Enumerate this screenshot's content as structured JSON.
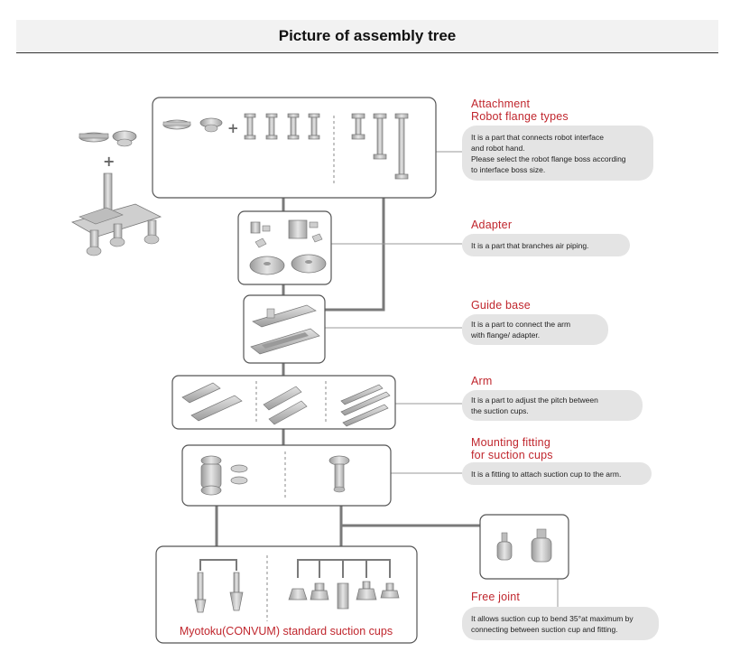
{
  "header": {
    "title": "Picture of assembly tree"
  },
  "sections": [
    {
      "key": "attachment",
      "label": "Attachment\nRobot flange types",
      "desc": "It is a part that connects robot interface\nand robot hand.\nPlease select the robot flange boss according\nto interface boss size."
    },
    {
      "key": "adapter",
      "label": "Adapter",
      "desc": "It is a part that branches air piping."
    },
    {
      "key": "guide",
      "label": "Guide base",
      "desc": "It is a part to connect the arm\nwith flange/ adapter."
    },
    {
      "key": "arm",
      "label": "Arm",
      "desc": "It is a part to adjust the pitch between\nthe suction cups."
    },
    {
      "key": "mounting",
      "label": "Mounting fitting\nfor suction cups",
      "desc": "It is a fitting to attach suction cup to the arm."
    },
    {
      "key": "freejoint",
      "label": "Free joint",
      "desc": "It allows suction cup to bend 35°at maximum by\nconnecting between suction cup and fitting."
    }
  ],
  "cups_caption": "Myotoku(CONVUM) standard suction cups",
  "colors": {
    "label_red": "#c0262d",
    "connector": "#7a7a7a",
    "part_gray": "#b8b8b8",
    "bubble": "#e4e4e4"
  }
}
